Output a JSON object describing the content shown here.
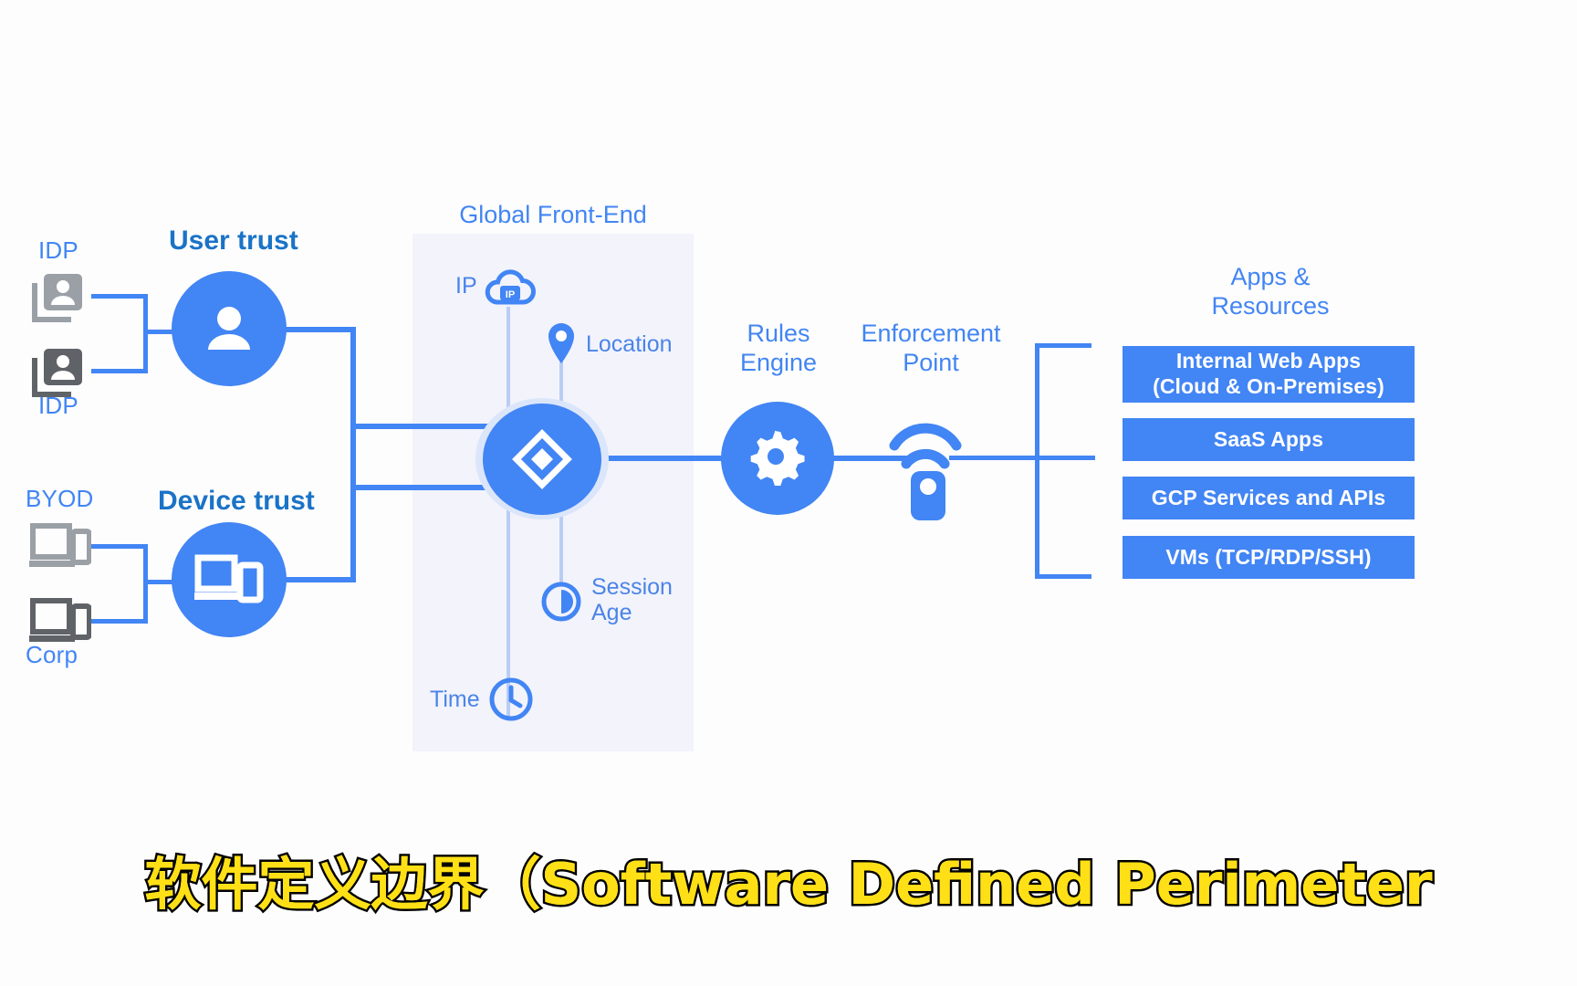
{
  "diagram": {
    "title_sections": {
      "global_front_end": "Global Front-End",
      "rules_engine": "Rules\nEngine",
      "enforcement_point": "Enforcement\nPoint",
      "apps_resources": "Apps &\nResources"
    },
    "left": {
      "idp_top_label": "IDP",
      "idp_bottom_label": "IDP",
      "user_trust_label": "User trust",
      "byod_label": "BYOD",
      "corp_label": "Corp",
      "device_trust_label": "Device trust"
    },
    "signals": {
      "ip": "IP",
      "location": "Location",
      "session_age": "Session\nAge",
      "time": "Time",
      "ip_glyph": "IP"
    },
    "resources": [
      {
        "label": "Internal Web Apps\n(Cloud & On-Premises)"
      },
      {
        "label": "SaaS Apps"
      },
      {
        "label": "GCP Services and APIs"
      },
      {
        "label": "VMs (TCP/RDP/SSH)"
      }
    ]
  },
  "subtitle": {
    "text": "软件定义边界（Software Defined Perimeter"
  },
  "colors": {
    "primary_blue": "#4285f4",
    "panel_bg": "#f2f3fb",
    "halo": "#dbe6fb",
    "heading_teal": "#1a73c7",
    "thin_line": "#b9cdf4",
    "subtitle_fill": "#ffe016",
    "subtitle_stroke": "#000000",
    "icon_gray_light": "#9aa0a6",
    "icon_gray_dark": "#5f6368",
    "background": "#fdfdfd"
  }
}
